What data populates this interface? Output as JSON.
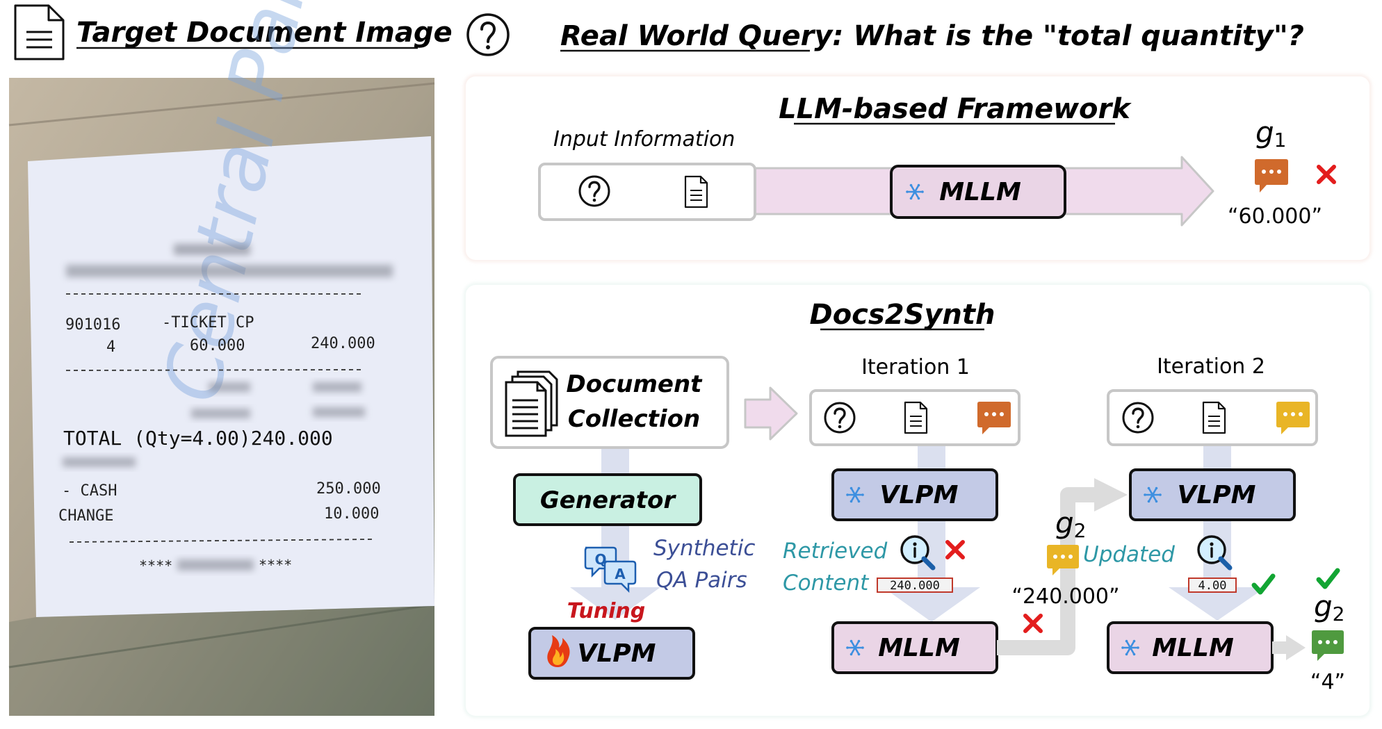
{
  "header": {
    "doc_title": "Target Document Image",
    "query_prefix": "Real World Query",
    "query_text": ": What is the \"total quantity\"?"
  },
  "receipt": {
    "line1_code": "901016",
    "line1_item": "-TICKET CP",
    "line2_qty": "4",
    "line2_price": "60.000",
    "line2_amount": "240.000",
    "total_line": "TOTAL (Qty=4.00)240.000",
    "cash_label": "- CASH",
    "cash_value": "250.000",
    "change_label": "CHANGE",
    "change_value": "10.000",
    "stars_left": "****",
    "stars_right": "****",
    "watermark": "Central Park"
  },
  "llm_panel": {
    "title": "LLM-based Framework",
    "input_label": "Input Information",
    "model": "MLLM",
    "g_symbol": "g",
    "g_sub": "1",
    "answer": "“60.000”"
  },
  "docs_panel": {
    "title": "Docs2Synth",
    "collection_line1": "Document",
    "collection_line2": "Collection",
    "generator": "Generator",
    "synthetic_line1": "Synthetic",
    "synthetic_line2": "QA Pairs",
    "tuning": "Tuning",
    "vlpm_tuned": "VLPM",
    "iter1": {
      "label": "Iteration 1",
      "vlpm": "VLPM",
      "mllm": "MLLM",
      "retrieved_line1": "Retrieved",
      "retrieved_line2": "Content",
      "snippet": "240.000",
      "g_symbol": "g",
      "g_sub": "2",
      "answer": "“240.000”"
    },
    "iter2": {
      "label": "Iteration 2",
      "vlpm": "VLPM",
      "mllm": "MLLM",
      "updated": "Updated",
      "snippet": "4.00",
      "g_symbol": "g",
      "g_sub": "2",
      "answer": "“4”"
    }
  },
  "icons": {
    "question": "question-circle-icon",
    "document": "document-icon",
    "chat": "chat-bubble-icon",
    "snowflake": "snowflake-icon",
    "fire": "fire-icon",
    "search": "magnifier-info-icon",
    "wrong": "cross-icon",
    "right": "check-icon",
    "stack": "document-stack-icon",
    "qa": "qa-bubbles-icon"
  },
  "colors": {
    "mllm_fill": "#ead5e6",
    "vlpm_fill": "#c3cae6",
    "generator_fill": "#c9f0e2",
    "wrong": "#e31d1d",
    "right": "#12a533",
    "chat_orange": "#d06a2c",
    "chat_yellow": "#e9b526",
    "chat_green": "#4f9a3f",
    "tuning": "#c8161d",
    "synthetic_text": "#3c4f96",
    "retrieved_text": "#2e98a6"
  }
}
